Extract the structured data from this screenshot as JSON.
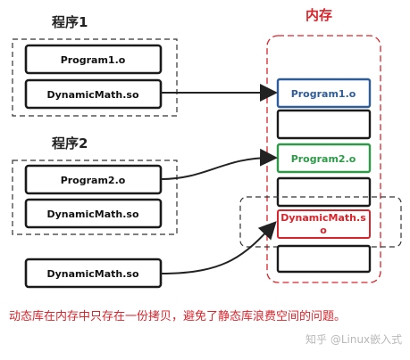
{
  "program1": {
    "title": "程序1",
    "box1": "Program1.o",
    "box2": "DynamicMath.so"
  },
  "program2": {
    "title": "程序2",
    "box1": "Program2.o",
    "box2": "DynamicMath.so"
  },
  "standalone": {
    "box": "DynamicMath.so"
  },
  "memory": {
    "title": "内存",
    "slot1": "Program1.o",
    "slot2": "Program2.o",
    "slot3_line1": "DynamicMath.s",
    "slot3_line2": "o"
  },
  "caption": "动态库在内存中只存在一份拷贝，避免了静态库浪费空间的问题。",
  "watermark": "知乎 @Linux嵌入式",
  "colors": {
    "red": "#d9242b",
    "blue": "#2f5d9a",
    "green": "#2e9a48",
    "dark": "#222222"
  }
}
